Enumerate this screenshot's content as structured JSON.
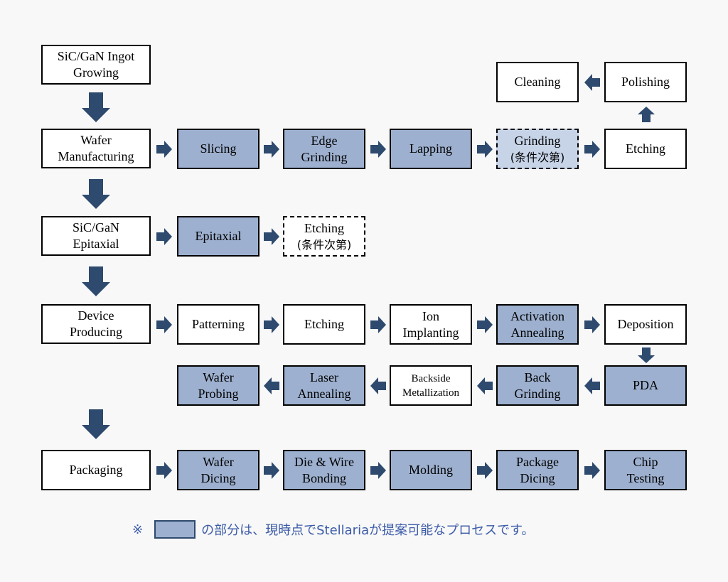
{
  "steps": {
    "ingot": "SiC/GaN Ingot\nGrowing",
    "wafer_manufacturing": "Wafer\nManufacturing",
    "slicing": "Slicing",
    "edge_grinding": "Edge\nGrinding",
    "lapping": "Lapping",
    "grinding": "Grinding",
    "grinding_condition": "(条件次第)",
    "etching_wafer": "Etching",
    "polishing": "Polishing",
    "cleaning": "Cleaning",
    "epitaxial_src": "SiC/GaN\nEpitaxial",
    "epitaxial": "Epitaxial",
    "etching_epi": "Etching",
    "etching_epi_condition": "(条件次第)",
    "device_producing": "Device\nProducing",
    "patterning": "Patterning",
    "etching_device": "Etching",
    "ion_implanting": "Ion\nImplanting",
    "activation_annealing": "Activation\nAnnealing",
    "deposition": "Deposition",
    "pda": "PDA",
    "back_grinding": "Back\nGrinding",
    "backside_metallization": "Backside\nMetallization",
    "laser_annealing": "Laser\nAnnealing",
    "wafer_probing": "Wafer\nProbing",
    "packaging": "Packaging",
    "wafer_dicing": "Wafer\nDicing",
    "die_wire_bonding": "Die & Wire\nBonding",
    "molding": "Molding",
    "package_dicing": "Package\nDicing",
    "chip_testing": "Chip\nTesting"
  },
  "footnote": {
    "mark": "※",
    "text": "の部分は、現時点でStellariaが提案可能なプロセスです。"
  },
  "colors": {
    "highlight": "#9db0cf",
    "conditional": "#c7d4e8",
    "arrow": "#2e4a6e",
    "footnote_text": "#3b5ba8"
  }
}
